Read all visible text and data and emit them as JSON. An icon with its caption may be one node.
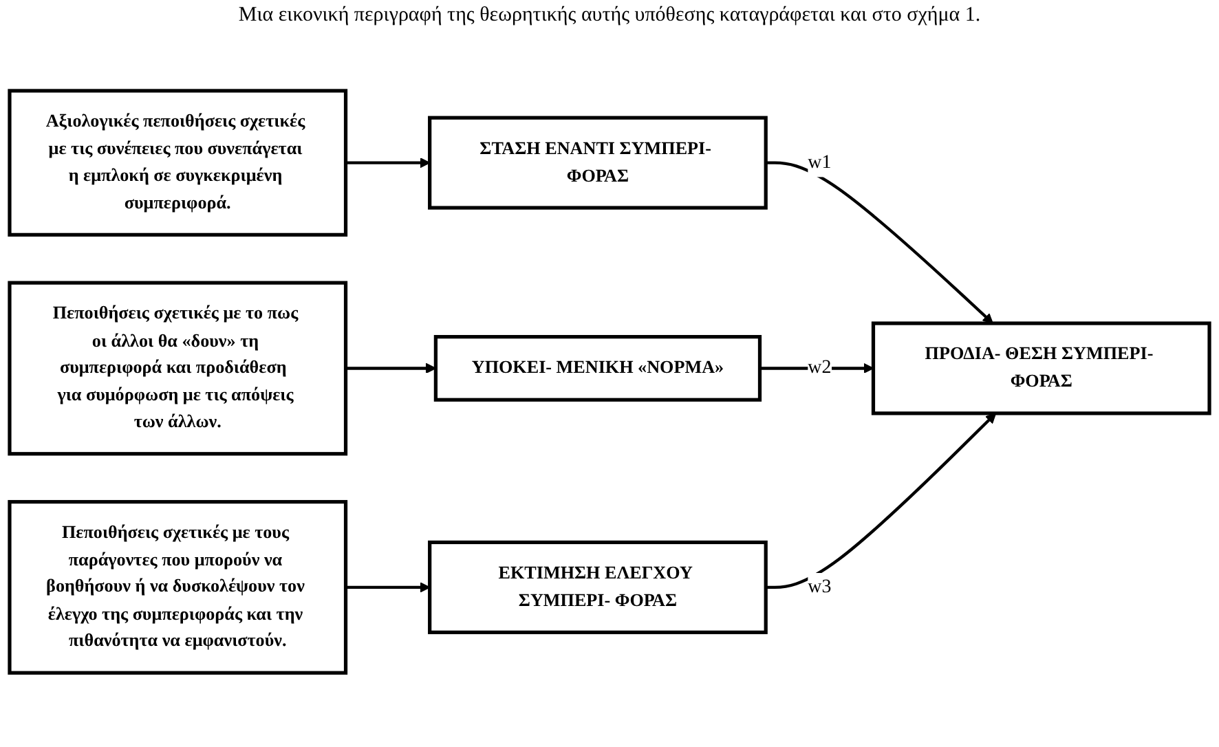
{
  "diagram": {
    "nodes": [
      {
        "text": [
          "Αξιολογικές πεποιθήσεις σχετικές με τις συνέπειες που συνεπάγεται η εμπλοκή σε συγκεκριμένη συμπεριφορά."
        ]
      },
      {
        "text": [
          "ΣΤΑΣΗ ΕΝΑΝΤΙ ΣΥΜΠΕΡΙ- ΦΟΡΑΣ"
        ]
      },
      {
        "text": [
          "Πεποιθήσεις σχετικές με το πως οι άλλοι θα «δουν» τη συμπεριφορά και προδιάθεση  για συμόρφωση με τις απόψεις των άλλων."
        ]
      },
      {
        "text": [
          "ΥΠΟΚΕΙ- ΜΕΝΙΚΗ «ΝΟΡΜΑ»"
        ]
      },
      {
        "text": [
          "ΠΡΟΔΙΑ- ΘΕΣΗ ΣΥΜΠΕΡΙ- ΦΟΡΑΣ"
        ]
      },
      {
        "text": [
          "Πεποιθήσεις σχετικές με τους παράγοντες που μπορούν να βοηθήσουν ή να δυσκολέψουν τον έλεγχο της συμπεριφοράς και την πιθανότητα να εμφανιστούν."
        ]
      },
      {
        "text": [
          "ΕΚΤΙΜΗΣΗ ΕΛΕΓΧΟΥ ΣΥΜΠΕΡΙ- ΦΟΡΑΣ"
        ]
      }
    ],
    "edges": [
      {
        "from": 0,
        "to": 1,
        "arrow": "to"
      },
      {
        "from": 2,
        "to": 3,
        "arrow": "to"
      },
      {
        "from": 5,
        "to": 6,
        "arrow": "to"
      },
      {
        "from": 1,
        "to": 4,
        "arrow": "to",
        "label": "w1"
      },
      {
        "from": 3,
        "to": 4,
        "arrow": "to",
        "label": "w2"
      },
      {
        "from": 6,
        "to": 4,
        "arrow": "to",
        "label": "w3"
      }
    ],
    "labels": [
      "Μια εικονική περιγραφή της θεωρητικής αυτής υπόθεσης καταγράφεται και στο σχήμα 1."
    ]
  }
}
